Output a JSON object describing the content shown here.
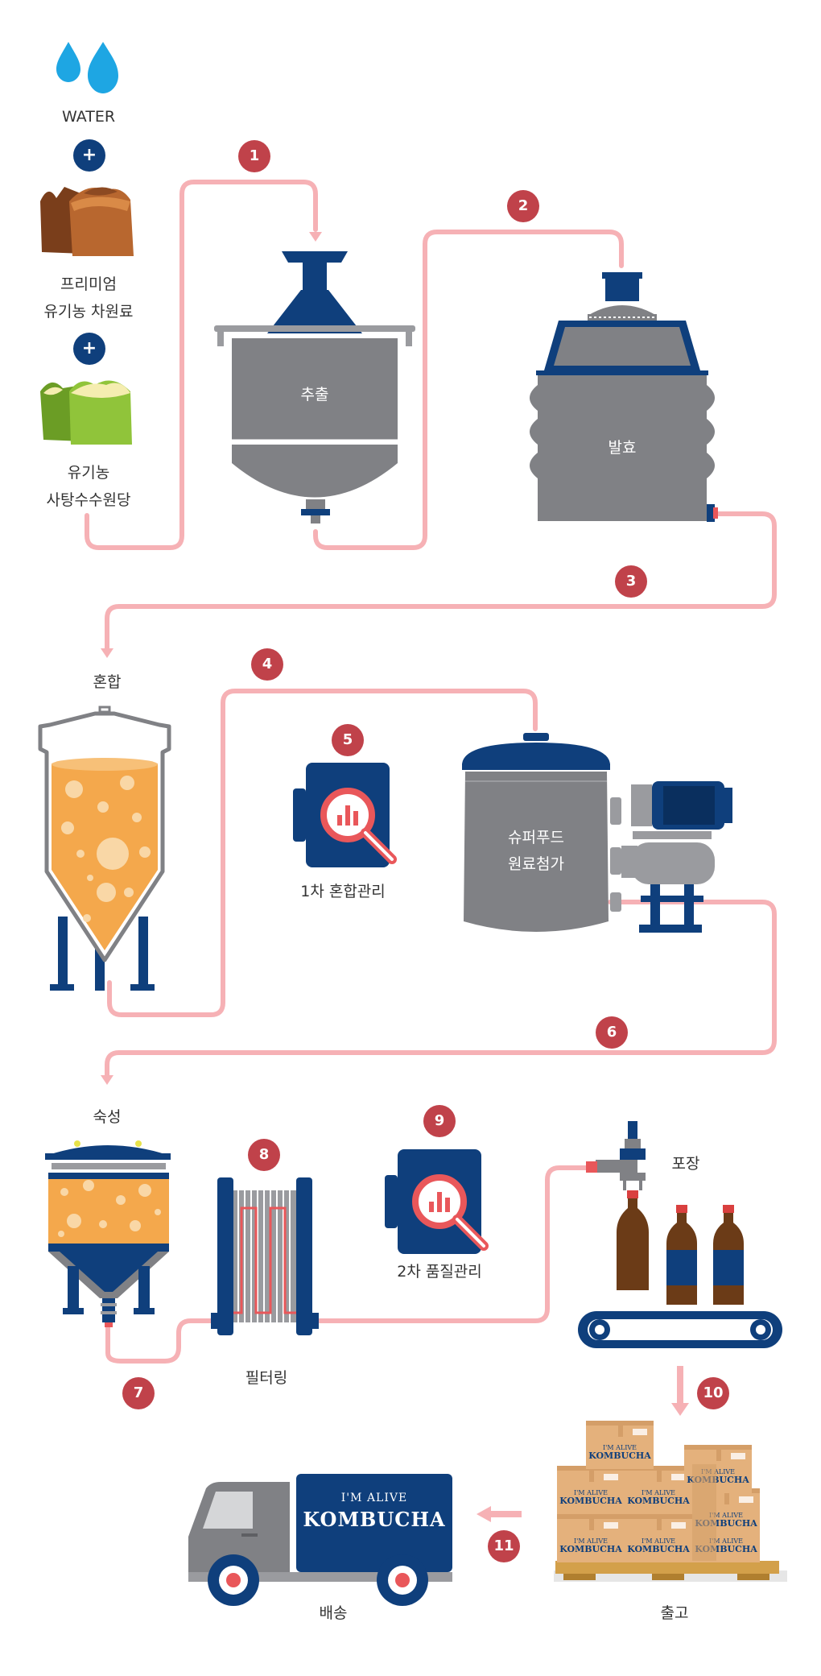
{
  "ingredients": {
    "water": "WATER",
    "plus": "+",
    "tea_lines": [
      "프리미엄",
      "유기농 차원료"
    ],
    "sugar_lines": [
      "유기농",
      "사탕수수원당"
    ]
  },
  "steps": [
    "1",
    "2",
    "3",
    "4",
    "5",
    "6",
    "7",
    "8",
    "9",
    "10",
    "11"
  ],
  "stations": {
    "extraction": "추출",
    "fermentation": "발효",
    "mixing": "혼합",
    "qc1": "1차 혼합관리",
    "superfood_lines": [
      "슈퍼푸드",
      "원료첨가"
    ],
    "aging": "숙성",
    "filtering": "필터링",
    "qc2": "2차 품질관리",
    "packaging": "포장",
    "release": "출고",
    "delivery": "배송"
  },
  "brand": {
    "line1": "I'M ALIVE",
    "line2": "KOMBUCHA"
  },
  "colors": {
    "pipe": "#f6b1b5",
    "step": "#c0424a",
    "navy": "#0f3f7c",
    "tank": "#808185",
    "orange": "#f4a84c",
    "bottle": "#6b3b17",
    "box": "#e4b17c",
    "drop": "#1ea6e3"
  },
  "icons": [
    "water-drop-icon",
    "tea-bag-icon",
    "sugar-bag-icon",
    "magnifier-chart-icon",
    "truck-icon",
    "box-icon"
  ]
}
